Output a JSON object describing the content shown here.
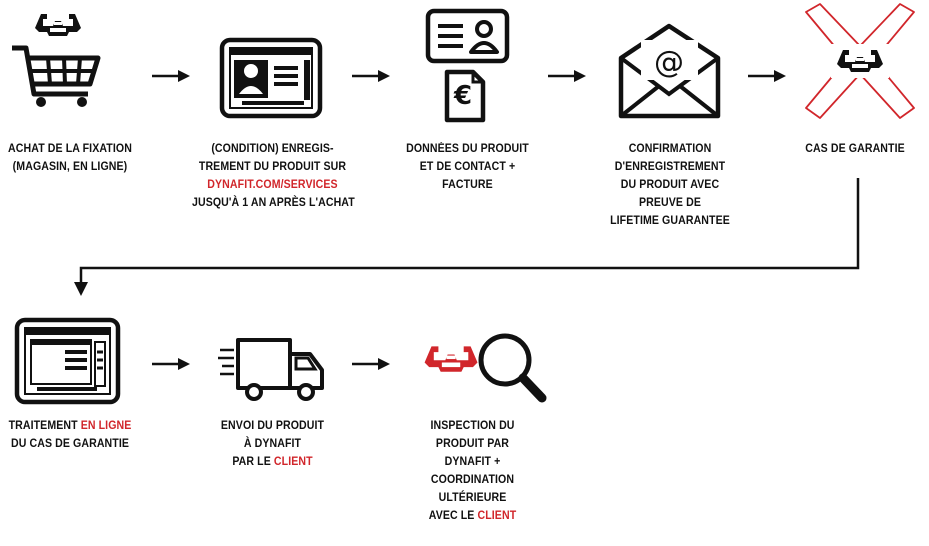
{
  "colors": {
    "accent": "#d1262b",
    "ink": "#111111"
  },
  "steps": [
    {
      "icon": "shopping-cart-binding-icon",
      "lines": [
        "ACHAT DE LA FIXATION",
        "(MAGASIN, EN LIGNE)"
      ]
    },
    {
      "icon": "online-registration-screen-icon",
      "lines": [
        "(CONDITION) ENREGIS-",
        "TREMENT DU PRODUIT SUR"
      ],
      "link": "DYNAFIT.COM/SERVICES",
      "after": "JUSQU'À 1 AN APRÈS L'ACHAT"
    },
    {
      "icon": "contact-card-invoice-icon",
      "lines": [
        "DONNÉES DU PRODUIT",
        "ET DE CONTACT +",
        "FACTURE"
      ]
    },
    {
      "icon": "email-envelope-icon",
      "lines": [
        "CONFIRMATION",
        "D'ENREGISTREMENT",
        "DU PRODUIT AVEC",
        "PREUVE DE",
        "LIFETIME GUARANTEE"
      ]
    },
    {
      "icon": "warranty-case-crossed-binding-icon",
      "lines": [
        "CAS DE GARANTIE"
      ]
    },
    {
      "icon": "online-processing-screen-icon",
      "line1_a": "TRAITEMENT ",
      "line1_b": "EN LIGNE",
      "line2": "DU CAS DE GARANTIE"
    },
    {
      "icon": "delivery-truck-icon",
      "line1": "ENVOI DU PRODUIT",
      "line2": "À DYNAFIT",
      "line3_a": "PAR LE ",
      "line3_b": "CLIENT"
    },
    {
      "icon": "inspection-magnifier-binding-icon",
      "lines": [
        "INSPECTION DU",
        "PRODUIT PAR",
        "DYNAFIT +",
        "COORDINATION",
        "ULTÉRIEURE"
      ],
      "last_a": "AVEC LE ",
      "last_b": "CLIENT"
    }
  ]
}
